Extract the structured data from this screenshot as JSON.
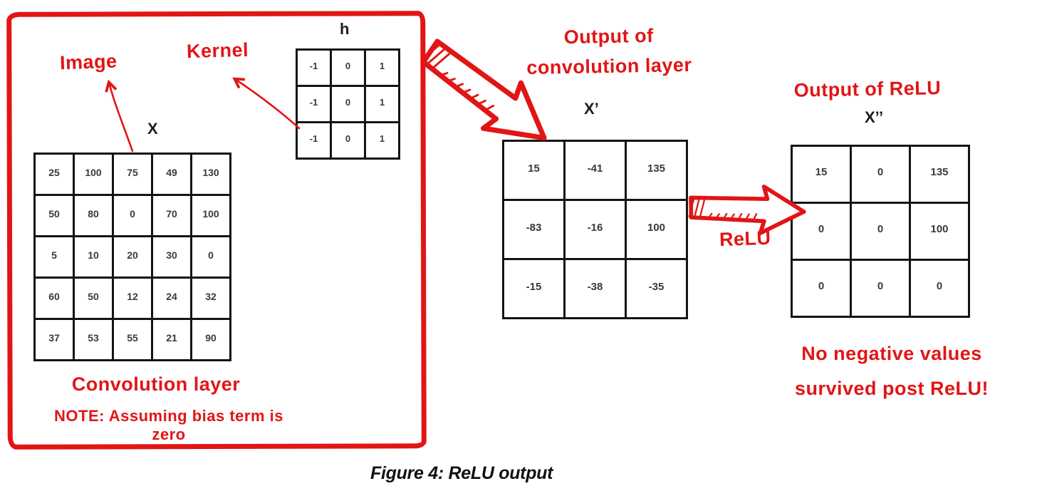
{
  "colors": {
    "accent_red": "#e21515",
    "ink": "#1d1d1d",
    "cell_text": "#3a3a3a"
  },
  "conv_box": {
    "image_label": "Image",
    "kernel_label": "Kernel",
    "caption": "Convolution layer",
    "note": "NOTE: Assuming bias term is zero"
  },
  "matrices": {
    "x": {
      "title": "X",
      "values": [
        [
          25,
          100,
          75,
          49,
          130
        ],
        [
          50,
          80,
          0,
          70,
          100
        ],
        [
          5,
          10,
          20,
          30,
          0
        ],
        [
          60,
          50,
          12,
          24,
          32
        ],
        [
          37,
          53,
          55,
          21,
          90
        ]
      ]
    },
    "h": {
      "title": "h",
      "values": [
        [
          -1,
          0,
          1
        ],
        [
          -1,
          0,
          1
        ],
        [
          -1,
          0,
          1
        ]
      ]
    },
    "x_prime": {
      "title": "X’",
      "values": [
        [
          15,
          -41,
          135
        ],
        [
          -83,
          -16,
          100
        ],
        [
          -15,
          -38,
          -35
        ]
      ]
    },
    "x_double_prime": {
      "title": "X’’",
      "values": [
        [
          15,
          0,
          135
        ],
        [
          0,
          0,
          100
        ],
        [
          0,
          0,
          0
        ]
      ]
    }
  },
  "annotations": {
    "conv_output": {
      "line1": "Output of",
      "line2": "convolution layer"
    },
    "relu_output_label": "Output of ReLU",
    "relu_arrow_label": "ReLU",
    "no_negative": {
      "line1": "No negative values",
      "line2": "survived post ReLU!"
    }
  },
  "figure_caption": "Figure 4: ReLU output"
}
